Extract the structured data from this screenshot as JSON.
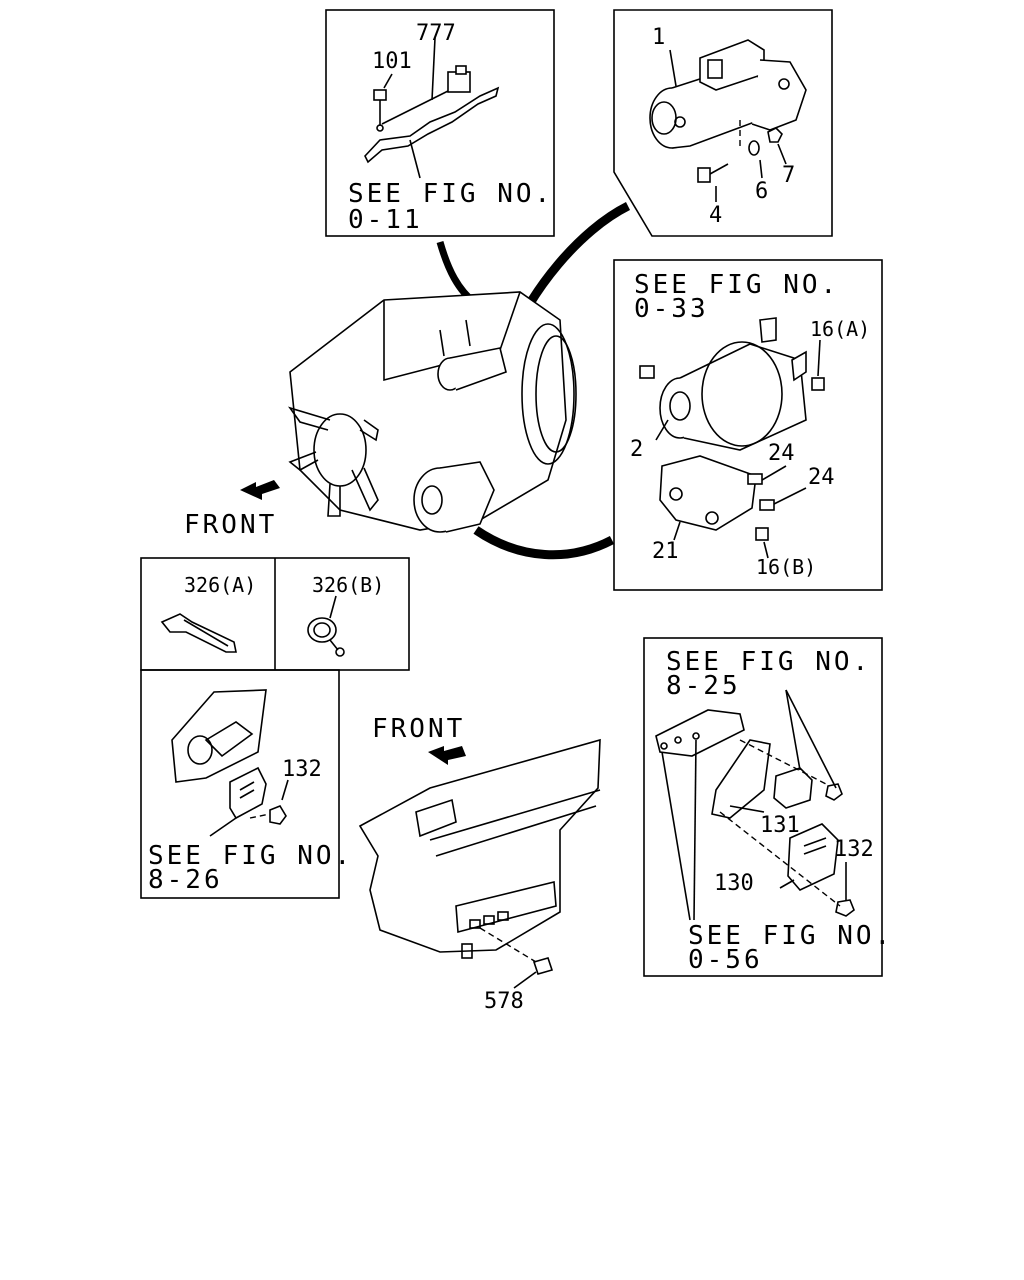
{
  "labels": {
    "see_fig_0_11_a": "SEE FIG NO.",
    "see_fig_0_11_b": "0-11",
    "see_fig_0_33_a": "SEE FIG NO.",
    "see_fig_0_33_b": "0-33",
    "see_fig_8_25_a": "SEE FIG NO.",
    "see_fig_8_25_b": "8-25",
    "see_fig_8_26_a": "SEE FIG NO.",
    "see_fig_8_26_b": "8-26",
    "see_fig_0_56_a": "SEE FIG NO.",
    "see_fig_0_56_b": "0-56",
    "front_1": "FRONT",
    "front_2": "FRONT"
  },
  "parts": {
    "p777": "777",
    "p101": "101",
    "p1": "1",
    "p4": "4",
    "p6": "6",
    "p7": "7",
    "p16a": "16(A)",
    "p16b": "16(B)",
    "p2": "2",
    "p24_1": "24",
    "p24_2": "24",
    "p21": "21",
    "p326a": "326(A)",
    "p326b": "326(B)",
    "p132_1": "132",
    "p132_2": "132",
    "p131": "131",
    "p130": "130",
    "p578": "578"
  }
}
